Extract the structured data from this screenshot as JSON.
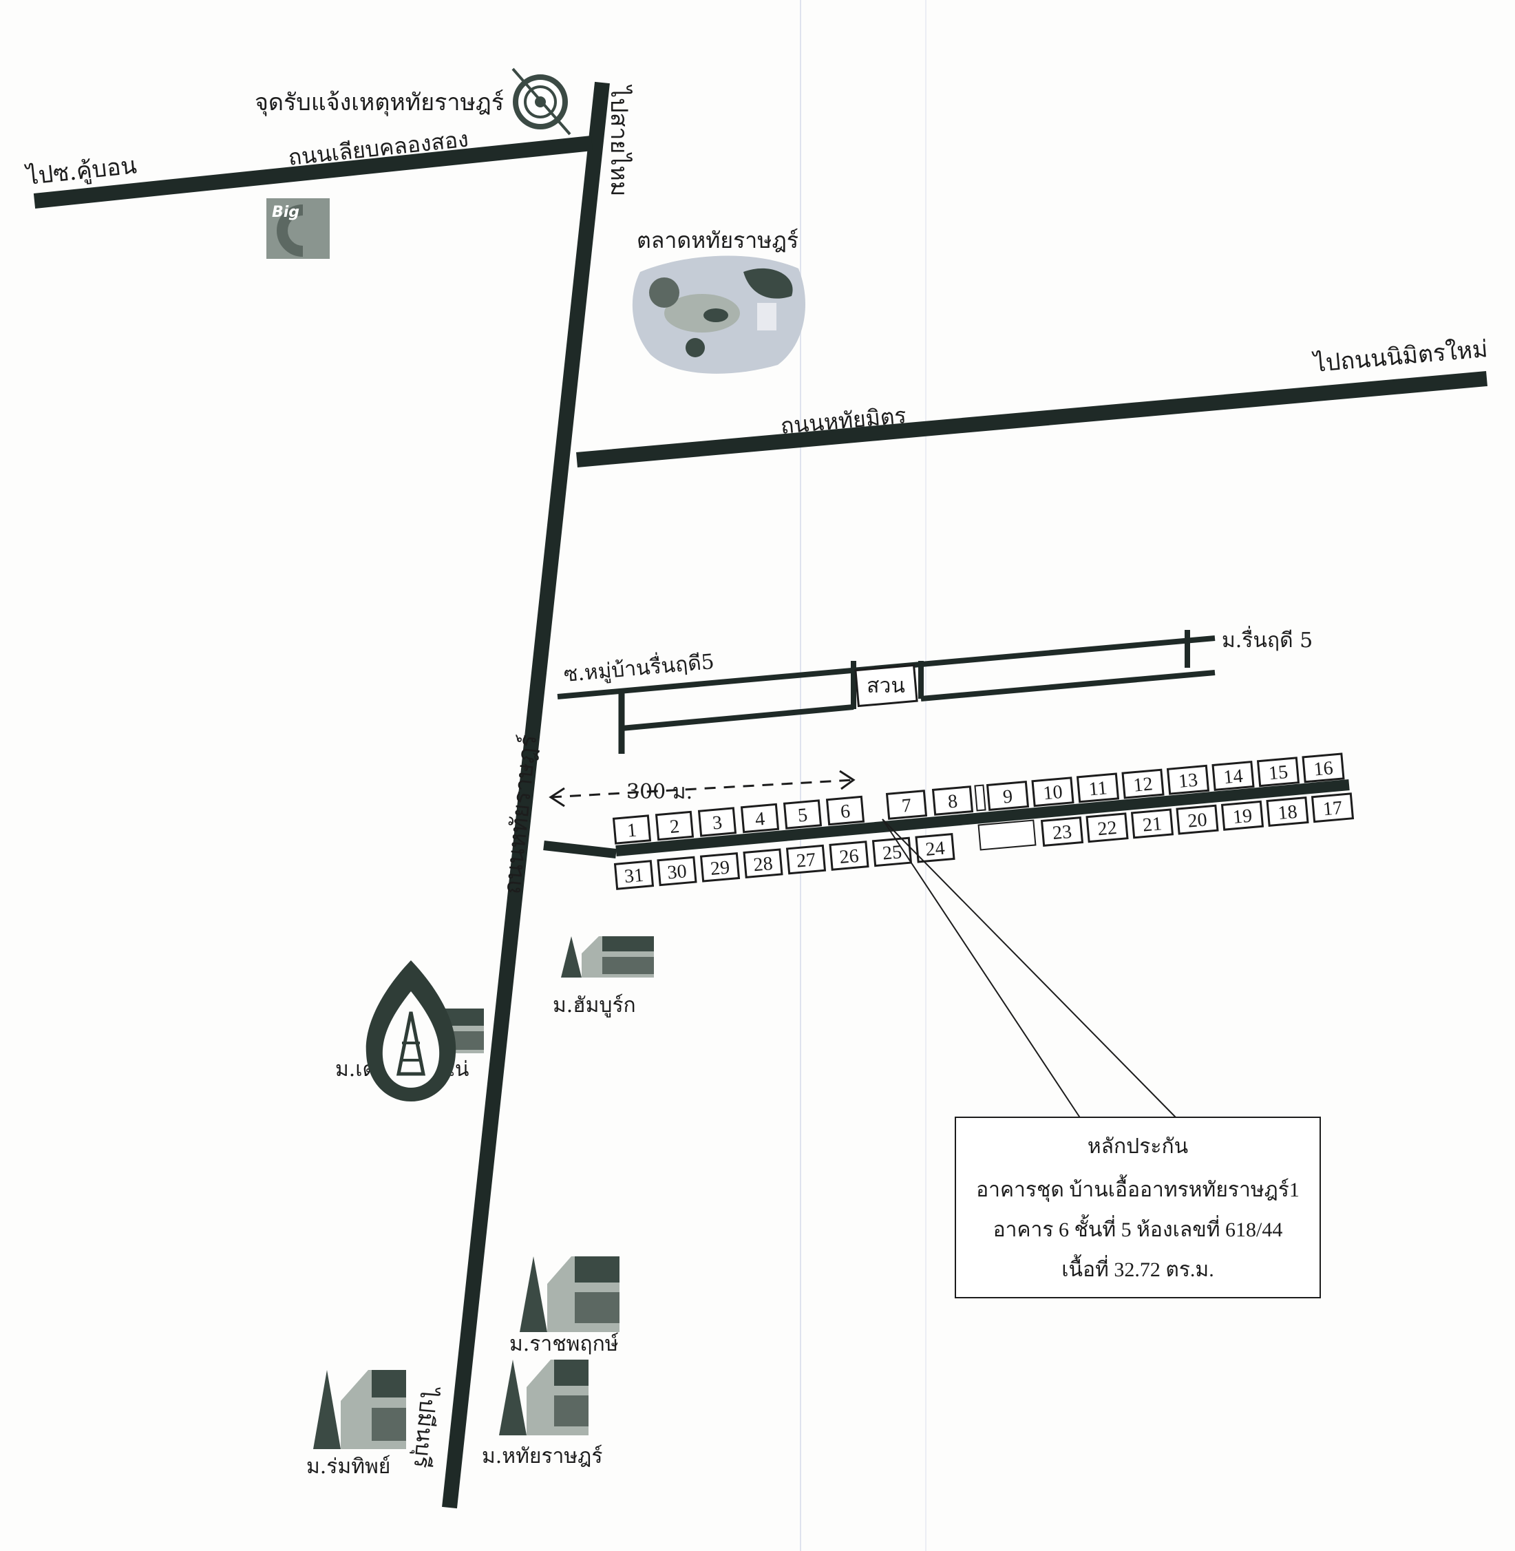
{
  "map": {
    "labels": {
      "police_point": "จุดรับแจ้งเหตุหทัยราษฎร์",
      "to_khubon": "ไปซ.คู้บอน",
      "khlong_song_rd": "ถนนเลียบคลองสอง",
      "to_sai_mai": "ไปสายไหม",
      "market": "ตลาดหทัยราษฎร์",
      "to_nimit_mai": "ไปถนนนิมิตรใหม่",
      "hathai_mit_rd": "ถนนหทัยมิตร",
      "rueanruedee_soi": "ซ.หมู่บ้านรื่นฤดี5",
      "park": "สวน",
      "rueanruedee_village": "ม.รื่นฤดี 5",
      "hathai_rat_rd": "ถนนหทัยราษฎร์",
      "distance": "300 ม.",
      "hamburg": "ม.ฮัมบูร์ก",
      "the_ethernal": "ม.เดอะอีเธอโน่",
      "ratchaphruek": "ม.ราชพฤกษ์",
      "romthip": "ม.ร่มทิพย์",
      "hathai_rat_village": "ม.หทัยราษฎร์",
      "to_minburi": "ไปมีนบุรี",
      "big_c": "Big"
    },
    "collateral": {
      "title": "หลักประกัน",
      "line1": "อาคารชุด บ้านเอื้ออาทรหทัยราษฎร์1",
      "line2": "อาคาร   6 ชั้นที่ 5 ห้องเลขที่ 618/44",
      "line3": "เนื้อที่ 32.72 ตร.ม."
    },
    "buildings_top_row": [
      "7",
      "8",
      "9",
      "10",
      "11",
      "12",
      "13",
      "14",
      "15",
      "16"
    ],
    "buildings_front_row": [
      "1",
      "2",
      "3",
      "4",
      "5",
      "6"
    ],
    "buildings_right_row": [
      "23",
      "22",
      "21",
      "20",
      "19",
      "18",
      "17"
    ],
    "buildings_bottom_row": [
      "31",
      "30",
      "29",
      "28",
      "27",
      "26",
      "25",
      "24"
    ],
    "highlighted_building": "6",
    "colors": {
      "road": "#1f2a27",
      "ink": "#1c1c1c",
      "highlight_hatch": "#555555",
      "icon_dark": "#3b4a44",
      "icon_mid": "#8a958f"
    }
  }
}
